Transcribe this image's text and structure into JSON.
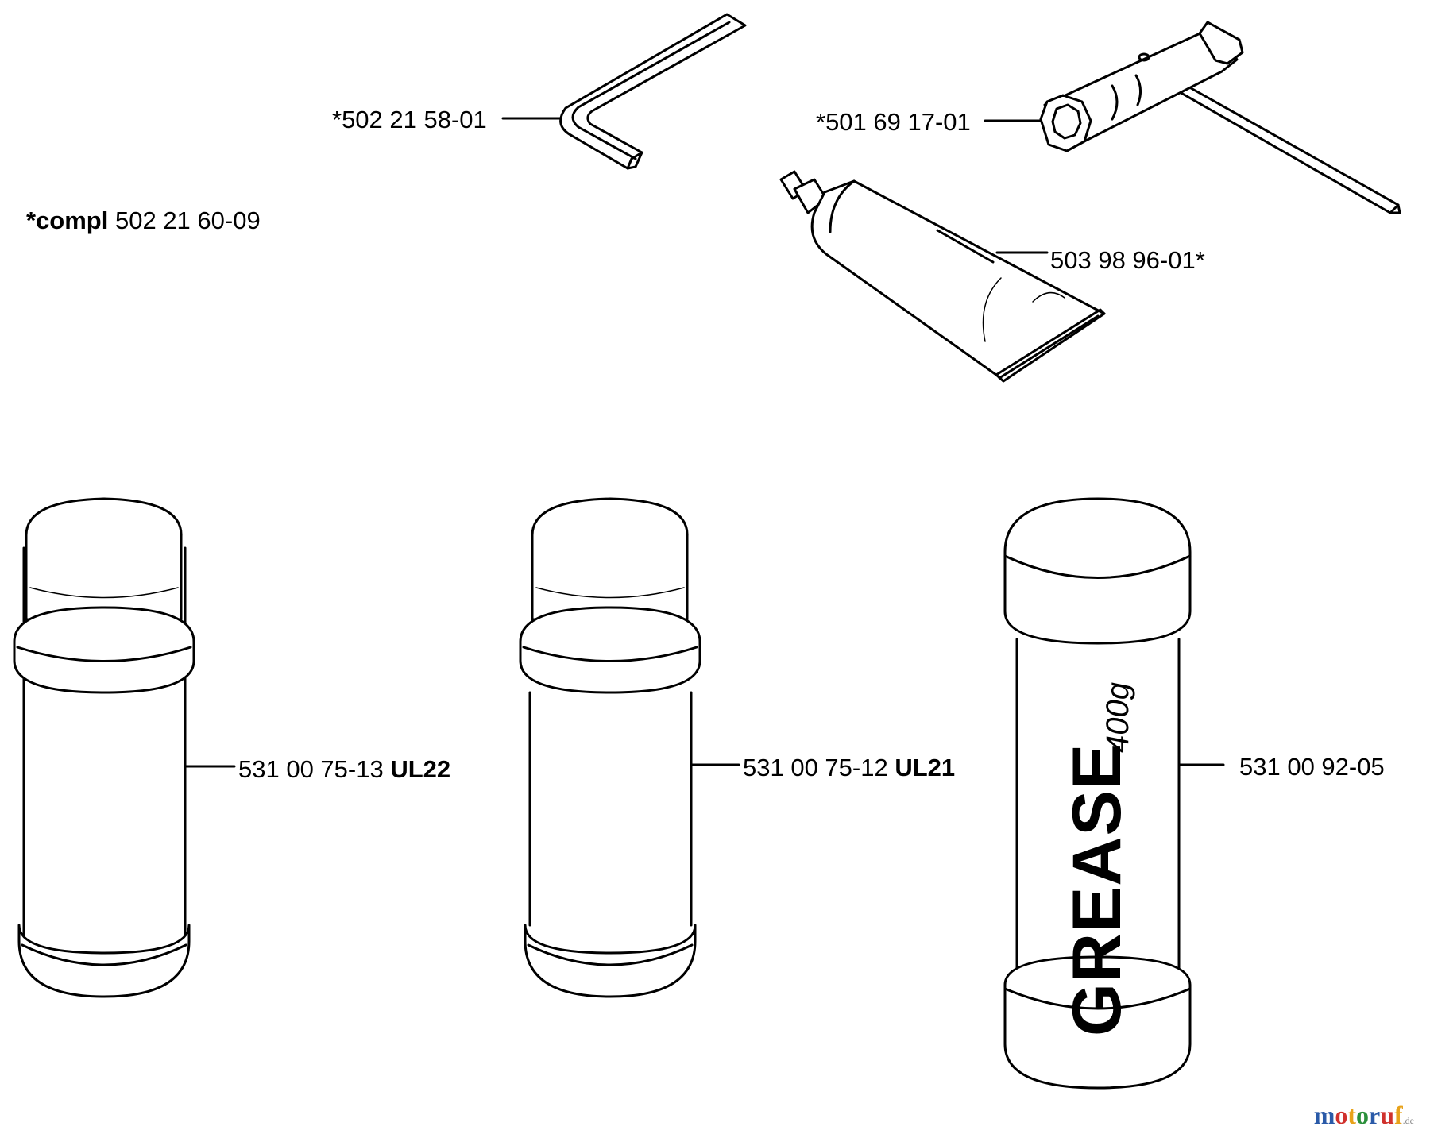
{
  "labels": {
    "allen_key": "*502 21 58-01",
    "box_wrench": "*501 69 17-01",
    "compl_prefix": "*compl",
    "compl_number": "502 21 60-09",
    "tube": "503 98 96-01*",
    "can1_number": "531 00 75-13",
    "can1_code": "UL22",
    "can2_number": "531 00 75-12",
    "can2_code": "UL21",
    "grease_number": "531 00 92-05"
  },
  "grease_can": {
    "word": "GREASE",
    "weight": "400g"
  },
  "watermark": {
    "letters": [
      "m",
      "o",
      "t",
      "o",
      "r",
      "u",
      "f"
    ],
    "colors": [
      "#2a5aa8",
      "#d0312d",
      "#e8a21a",
      "#2a8f3a",
      "#2a5aa8",
      "#d0312d",
      "#e8a21a"
    ],
    "suffix": ".de"
  }
}
